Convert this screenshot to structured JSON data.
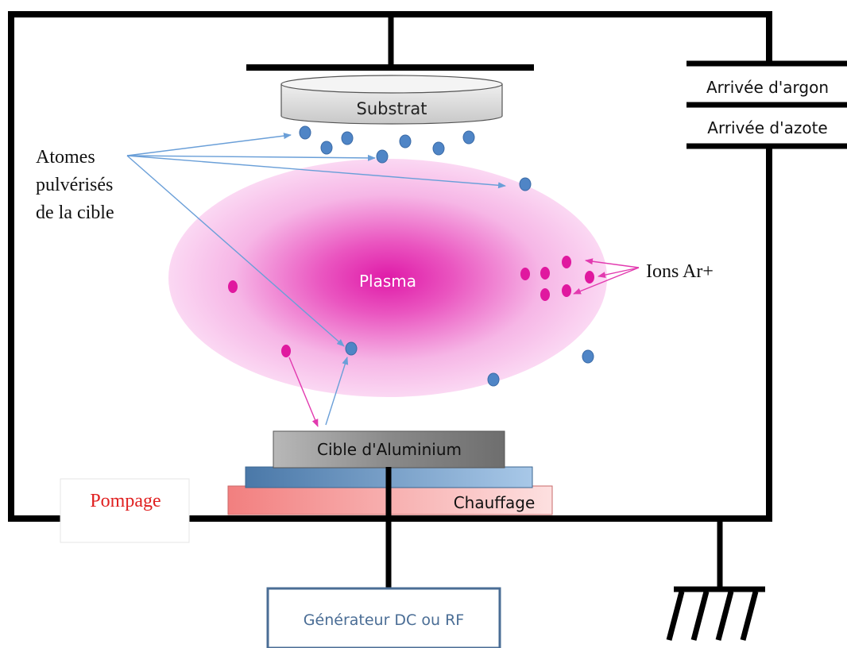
{
  "labels": {
    "substrate": "Substrat",
    "argon_inlet": "Arrivée d'argon",
    "nitrogen_inlet": "Arrivée d'azote",
    "sputtered_atoms_line1": "Atomes",
    "sputtered_atoms_line2": "pulvérisés",
    "sputtered_atoms_line3": "de la cible",
    "plasma": "Plasma",
    "ions": "Ions Ar+",
    "target": "Cible d'Aluminium",
    "heating": "Chauffage",
    "pumping": "Pompage",
    "generator": "Générateur DC ou RF"
  },
  "colors": {
    "chamber_stroke": "#000000",
    "plasma_center": "#e01ea8",
    "plasma_edge": "#f9c9ee",
    "sputtered_atom": "#4f85c6",
    "argon_ion": "#e0189f",
    "atom_arrow": "#6a9fd8",
    "ion_arrow": "#e23aaf",
    "substrate_fill": "#d9d9d9",
    "target_fill": "#8f8f8f",
    "backing_plate_fill": "#5a87b8",
    "heater_fill": "#f08a8a",
    "pumping_text": "#e02020",
    "generator_text": "#4a6d95"
  }
}
